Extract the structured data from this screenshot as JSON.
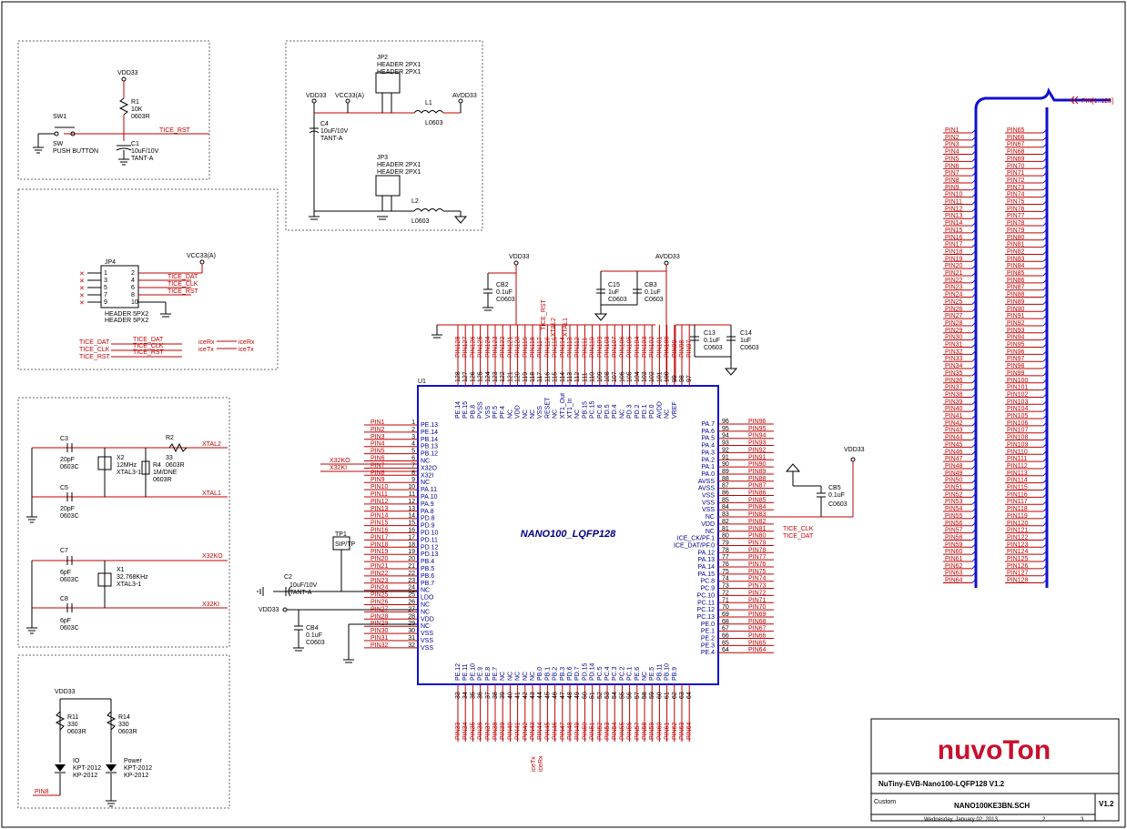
{
  "chip": {
    "ref": "U1",
    "name": "NANO100_LQFP128",
    "left": [
      [
        "1",
        "PE.13"
      ],
      [
        "2",
        "PE.14"
      ],
      [
        "3",
        "PB.14"
      ],
      [
        "4",
        "PB.13"
      ],
      [
        "5",
        "PB.12"
      ],
      [
        "6",
        "NC"
      ],
      [
        "7",
        "X32O"
      ],
      [
        "8",
        "X32I"
      ],
      [
        "9",
        "NC"
      ],
      [
        "10",
        "PA.11"
      ],
      [
        "11",
        "PA.10"
      ],
      [
        "12",
        "PA.9"
      ],
      [
        "13",
        "PA.8"
      ],
      [
        "14",
        "PD.8"
      ],
      [
        "15",
        "PD.9"
      ],
      [
        "16",
        "PD.10"
      ],
      [
        "17",
        "PD.11"
      ],
      [
        "18",
        "PD.12"
      ],
      [
        "19",
        "PD.13"
      ],
      [
        "20",
        "PB.4"
      ],
      [
        "21",
        "PB.5"
      ],
      [
        "22",
        "PB.6"
      ],
      [
        "23",
        "PB.7"
      ],
      [
        "24",
        "NC"
      ],
      [
        "25",
        "LDO"
      ],
      [
        "26",
        "NC"
      ],
      [
        "27",
        "NC"
      ],
      [
        "28",
        "VDD"
      ],
      [
        "29",
        "NC"
      ],
      [
        "30",
        "VSS"
      ],
      [
        "31",
        "VSS"
      ],
      [
        "32",
        "VSS"
      ]
    ],
    "right": [
      [
        "96",
        "PA.7"
      ],
      [
        "95",
        "PA.6"
      ],
      [
        "94",
        "PA.5"
      ],
      [
        "93",
        "PA.4"
      ],
      [
        "92",
        "PA.3"
      ],
      [
        "91",
        "PA.2"
      ],
      [
        "90",
        "PA.1"
      ],
      [
        "89",
        "PA.0"
      ],
      [
        "88",
        "AVSS"
      ],
      [
        "87",
        "AVSS"
      ],
      [
        "86",
        "VSS"
      ],
      [
        "85",
        "VSS"
      ],
      [
        "84",
        "VSS"
      ],
      [
        "83",
        "NC"
      ],
      [
        "82",
        "VDD"
      ],
      [
        "81",
        "NC"
      ],
      [
        "80",
        "ICE_CK/PF.1"
      ],
      [
        "79",
        "ICE_DAT/PF.0"
      ],
      [
        "78",
        "PA.12"
      ],
      [
        "77",
        "PA.13"
      ],
      [
        "76",
        "PA.14"
      ],
      [
        "75",
        "PA.15"
      ],
      [
        "74",
        "PC.8"
      ],
      [
        "73",
        "PC.9"
      ],
      [
        "72",
        "PC.10"
      ],
      [
        "71",
        "PC.11"
      ],
      [
        "70",
        "PC.12"
      ],
      [
        "69",
        "PC.13"
      ],
      [
        "68",
        "PE.0"
      ],
      [
        "67",
        "PE.1"
      ],
      [
        "66",
        "PE.2"
      ],
      [
        "65",
        "PE.3"
      ],
      [
        "64",
        "PE.4"
      ]
    ],
    "top_numbers": [
      "128",
      "127",
      "126",
      "125",
      "124",
      "123",
      "122",
      "121",
      "120",
      "119",
      "118",
      "117",
      "116",
      "115",
      "114",
      "113",
      "112",
      "111",
      "110",
      "109",
      "108",
      "107",
      "106",
      "105",
      "104",
      "103",
      "102",
      "101",
      "100",
      "99",
      "98",
      "97"
    ],
    "top_labels": [
      "PE.14",
      "PE.15",
      "PB.8",
      "PVSS",
      "VSS",
      "PF.5",
      "PF.4",
      "NC",
      "VDD",
      "NC",
      "NC",
      "VSS",
      "RESET",
      "NC",
      "XT1_Out",
      "XT1_In",
      "NC",
      "PB.15",
      "PC.15",
      "PC.6",
      "PD.5",
      "PD.4",
      "NC",
      "PD.3",
      "PD.2",
      "PD.1",
      "PD.0",
      "AVDD",
      "NC",
      "VREF",
      "",
      ""
    ],
    "bottom_numbers": [
      "33",
      "34",
      "35",
      "36",
      "37",
      "38",
      "39",
      "40",
      "41",
      "42",
      "43",
      "44",
      "45",
      "46",
      "47",
      "48",
      "49",
      "50",
      "51",
      "52",
      "53",
      "54",
      "55",
      "56",
      "57",
      "58",
      "59",
      "60",
      "61",
      "62",
      "63",
      "64"
    ],
    "bottom_labels": [
      "PE.12",
      "PE.11",
      "PE.10",
      "PE.9",
      "PE.8",
      "PE.7",
      "NC",
      "NC",
      "NC",
      "NC",
      "NC",
      "PB.0",
      "PB.1",
      "PB.2",
      "PB.3",
      "PD.6",
      "PD.7",
      "PD.15",
      "PD.14",
      "PC.5",
      "PC.4",
      "PC.3",
      "PC.2",
      "PC.1",
      "PE.6",
      "NC",
      "PE.5",
      "PB.11",
      "PB.10",
      "PB.9",
      "",
      ""
    ]
  },
  "nets": {
    "vdd": "VDD33",
    "vcc": "VCC33(A)",
    "avdd": "AVDD33",
    "tice_rst": "TICE_RST",
    "tice_dat": "TICE_DAT",
    "tice_clk": "TICE_CLK",
    "xtal1": "XTAL1",
    "xtal2": "XTAL2",
    "x32ko": "X32KO",
    "x32ki": "X32KI",
    "icerx": "iceRx",
    "icetx": "iceTx",
    "pinbus": "PIN[1..128]",
    "pin8": "PIN8",
    "vdd33o": "VDD33"
  },
  "parts": {
    "sw1": [
      "SW1",
      "SW",
      "PUSH BUTTON"
    ],
    "r1": [
      "R1",
      "10K",
      "0603R"
    ],
    "c1": [
      "C1",
      "10uF/10V",
      "TANT-A"
    ],
    "jp2": [
      "JP2",
      "HEADER 2PX1",
      "HEADER 2PX1"
    ],
    "jp3": [
      "JP3",
      "HEADER 2PX1",
      "HEADER 2PX1"
    ],
    "l1": [
      "L1",
      "L0603"
    ],
    "l2": [
      "L2",
      "L0603"
    ],
    "c4": [
      "C4",
      "10uF/10V",
      "TANT-A"
    ],
    "jp4": [
      "JP4",
      "HEADER 5PX2",
      "HEADER 5PX2"
    ],
    "c3": [
      "C3",
      "20pF",
      "0603C"
    ],
    "c5": [
      "C5",
      "20pF",
      "0603C"
    ],
    "x2": [
      "X2",
      "12MHz",
      "XTAL3-1"
    ],
    "r2": [
      "R2",
      "33",
      "0603R"
    ],
    "r4": [
      "R4",
      "1M/DNE",
      "0603R"
    ],
    "c7": [
      "C7",
      "6pF",
      "0603C"
    ],
    "c8": [
      "C8",
      "6pF",
      "0603C"
    ],
    "x1": [
      "X1",
      "32.768KHz",
      "XTAL3-1"
    ],
    "tp1": [
      "TP1",
      "SIP/TP"
    ],
    "c2": [
      "C2",
      "10uF/10V",
      "TANT-A"
    ],
    "cb4": [
      "CB4",
      "0.1uF",
      "C0603"
    ],
    "cb2": [
      "CB2",
      "0.1uF",
      "C0603"
    ],
    "c15": [
      "C15",
      "1uF",
      "C0603"
    ],
    "cb3": [
      "CB3",
      "0.1uF",
      "C0603"
    ],
    "c13": [
      "C13",
      "0.1uF",
      "C0603"
    ],
    "c14": [
      "C14",
      "1uF",
      "C0603"
    ],
    "cb5": [
      "CB5",
      "0.1uF",
      "C0603"
    ],
    "r11": [
      "R11",
      "330",
      "0603R"
    ],
    "r14": [
      "R14",
      "330",
      "0603R"
    ],
    "d_io": [
      "IO",
      "KPT-2012",
      "KP-2012"
    ],
    "d_pw": [
      "Power",
      "KPT-2012",
      "KP-2012"
    ]
  },
  "title": {
    "logo": "nuvoTon",
    "project": "NuTiny-EVB-Nano100-LQFP128 V1.2",
    "size_label": "Custom",
    "file": "NANO100KE3BN.SCH",
    "rev": "V1.2",
    "date": "Wednesday, January 02, 2013",
    "sheet": "2",
    "of": "3"
  },
  "colors": {
    "wire": "#c00000",
    "bus": "#1010d0",
    "text": "#000000",
    "logo": "#c8102e"
  }
}
